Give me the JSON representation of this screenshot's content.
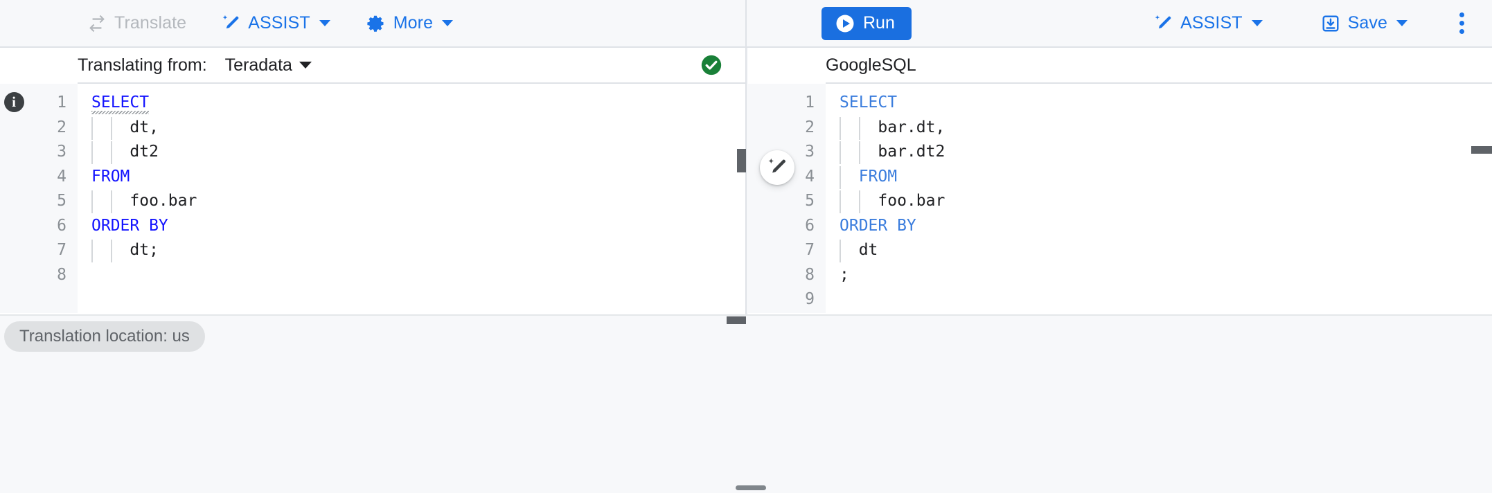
{
  "toolbar": {
    "left_actions": [
      {
        "id": "translate",
        "label": "Translate",
        "icon": "swap-horizontal-icon",
        "state": "disabled",
        "has_caret": false
      },
      {
        "id": "assist",
        "label": "ASSIST",
        "icon": "magic-wand-icon",
        "state": "enabled",
        "has_caret": true
      },
      {
        "id": "more",
        "label": "More",
        "icon": "gear-icon",
        "state": "enabled",
        "has_caret": true
      }
    ],
    "right_actions": {
      "run_label": "Run",
      "run_icon": "play-circle-icon",
      "assist_label": "ASSIST",
      "assist_icon": "magic-wand-icon",
      "save_label": "Save",
      "save_icon": "save-download-icon",
      "overflow_icon": "more-vertical-icon"
    }
  },
  "source_panel": {
    "head_label": "Translating from:",
    "dialect": "Teradata",
    "dialect_options": [
      "Teradata"
    ],
    "status_icon": "check-circle-icon",
    "status": "valid",
    "info_icon": "info-icon",
    "line_numbers": [
      "1",
      "2",
      "3",
      "4",
      "5",
      "6",
      "7",
      "8"
    ],
    "lines": [
      {
        "n": 1,
        "indent": 0,
        "kw": "SELECT",
        "rest": "",
        "squiggle": true
      },
      {
        "n": 2,
        "indent": 2,
        "kw": "",
        "rest": "dt,",
        "squiggle": false
      },
      {
        "n": 3,
        "indent": 2,
        "kw": "",
        "rest": "dt2",
        "squiggle": false
      },
      {
        "n": 4,
        "indent": 0,
        "kw": "FROM",
        "rest": "",
        "squiggle": false
      },
      {
        "n": 5,
        "indent": 2,
        "kw": "",
        "rest": "foo.bar",
        "squiggle": false
      },
      {
        "n": 6,
        "indent": 0,
        "kw": "ORDER BY",
        "rest": "",
        "squiggle": false
      },
      {
        "n": 7,
        "indent": 2,
        "kw": "",
        "rest": "dt;",
        "squiggle": false
      },
      {
        "n": 8,
        "indent": 0,
        "kw": "",
        "rest": "",
        "squiggle": false
      }
    ]
  },
  "target_panel": {
    "head_label": "GoogleSQL",
    "line_numbers": [
      "1",
      "2",
      "3",
      "4",
      "5",
      "6",
      "7",
      "8",
      "9"
    ],
    "lines": [
      {
        "n": 1,
        "indent": 0,
        "kw": "SELECT",
        "rest": ""
      },
      {
        "n": 2,
        "indent": 2,
        "kw": "",
        "rest": "bar.dt,"
      },
      {
        "n": 3,
        "indent": 2,
        "kw": "",
        "rest": "bar.dt2"
      },
      {
        "n": 4,
        "indent": 1,
        "kw": "FROM",
        "rest": ""
      },
      {
        "n": 5,
        "indent": 2,
        "kw": "",
        "rest": "foo.bar"
      },
      {
        "n": 6,
        "indent": 0,
        "kw": "ORDER BY",
        "rest": ""
      },
      {
        "n": 7,
        "indent": 1,
        "kw": "",
        "rest": "dt"
      },
      {
        "n": 8,
        "indent": 0,
        "kw": "",
        "rest": ";"
      },
      {
        "n": 9,
        "indent": 0,
        "kw": "",
        "rest": ""
      }
    ],
    "fab_icon": "magic-wand-edit-icon"
  },
  "footer": {
    "location_chip": "Translation location: us"
  },
  "colors": {
    "accent_blue": "#1a73e8",
    "run_blue": "#1a6fe0",
    "status_green": "#198038",
    "keyword_source": "#1414ff",
    "keyword_target": "#3b7ddd",
    "chip_bg": "#dfe1e3",
    "disabled_text": "#b4b8bd"
  }
}
